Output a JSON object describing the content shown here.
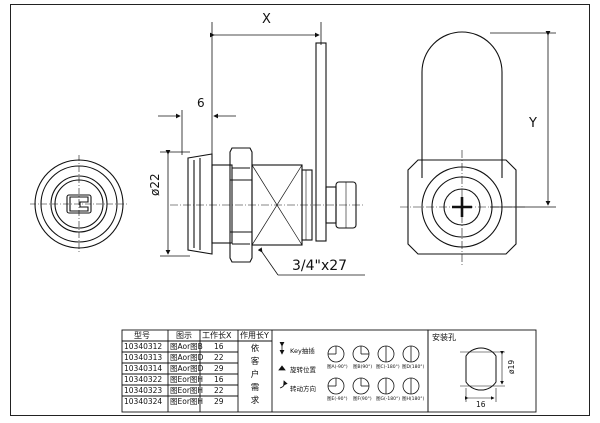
{
  "dimensions": {
    "x_label": "X",
    "y_label": "Y",
    "six_label": "6",
    "dia22_label": "ø22",
    "thread_label": "3/4\"x27"
  },
  "table": {
    "headers": [
      "型号",
      "图示",
      "工作长X",
      "作用长Y"
    ],
    "rows": [
      {
        "model": "10340312",
        "figure": "图Aor图B",
        "x": "16"
      },
      {
        "model": "10340313",
        "figure": "图Aor图D",
        "x": "22"
      },
      {
        "model": "10340314",
        "figure": "图Aor图D",
        "x": "29"
      },
      {
        "model": "10340322",
        "figure": "图Eor图H",
        "x": "16"
      },
      {
        "model": "10340323",
        "figure": "图Eor图H",
        "x": "22"
      },
      {
        "model": "10340324",
        "figure": "图Eor图H",
        "x": "29"
      }
    ],
    "y_note_chars": [
      "依",
      "客",
      "户",
      "需",
      "求"
    ]
  },
  "legend": {
    "key_insert": "Key抽插",
    "rotate_position": "旋转位置",
    "rotate_direction": "转动方向",
    "dials_top": [
      "图A(-90°)",
      "图B(90°)",
      "图C(-180°)",
      "图D(180°)"
    ],
    "dials_bottom": [
      "图E(-90°)",
      "图F(90°)",
      "图G(-180°)",
      "图H(180°)"
    ]
  },
  "mounting": {
    "title": "安装孔",
    "dia_label": "ø19",
    "width_label": "16"
  }
}
